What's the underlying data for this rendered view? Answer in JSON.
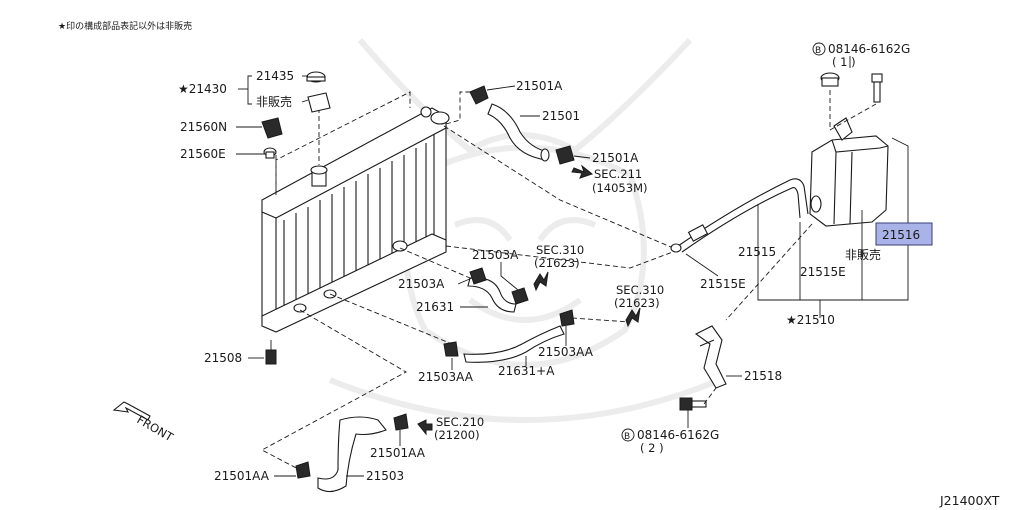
{
  "header_note": "★印の構成部品表記以外は非販売",
  "diagram_code": "J21400XT",
  "front_label": "FRONT",
  "labels": {
    "p21430": "★21430",
    "p21435": "21435",
    "hihanbai1": "非販売",
    "p21560N": "21560N",
    "p21560E": "21560E",
    "p21508": "21508",
    "p21501A_top": "21501A",
    "p21501": "21501",
    "p21501A_mid": "21501A",
    "sec211_a": "SEC.211",
    "sec211_b": "(14053M)",
    "p21503A_upper": "21503A",
    "sec310_a1": "SEC.310",
    "sec310_b1": "(21623)",
    "p21503A_left": "21503A",
    "p21631": "21631",
    "sec310_a2": "SEC.310",
    "sec310_b2": "(21623)",
    "p21503AA_right": "21503AA",
    "p21503AA_left": "21503AA",
    "p21631A": "21631+A",
    "sec210_a": "SEC.210",
    "sec210_b": "(21200)",
    "p21501AA_right": "21501AA",
    "p21501AA_left": "21501AA",
    "p21503": "21503",
    "bolt_top": "08146-6162G",
    "bolt_top_qty": "( 1 )",
    "p21516": "21516",
    "hihanbai2": "非販売",
    "p21515": "21515",
    "p21515E_left": "21515E",
    "p21515E_right": "21515E",
    "p21510": "★21510",
    "p21518": "21518",
    "bolt_bottom": "08146-6162G",
    "bolt_bottom_qty": "( 2 )"
  },
  "colors": {
    "highlight": "#aab3e8"
  }
}
